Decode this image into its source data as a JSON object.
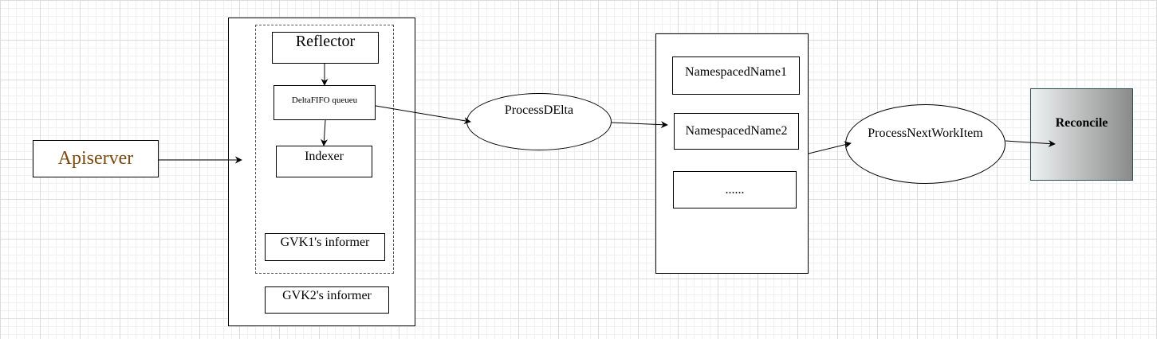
{
  "diagram": {
    "apiserver": "Apiserver",
    "reflector": "Reflector",
    "deltafifo": "DeltaFIFO queueu",
    "indexer": "Indexer",
    "gvk1_informer": "GVK1's informer",
    "gvk2_informer": "GVK2's informer",
    "process_delta": "ProcessDElta",
    "queue_item_1": "NamespacedName1",
    "queue_item_2": "NamespacedName2",
    "queue_item_more": "......",
    "process_next": "ProcessNextWorkItem",
    "reconcile": "Reconcile"
  },
  "colors": {
    "apiserver_text": "#7a4a10",
    "reconcile_gradient_start": "#eef2f2",
    "reconcile_gradient_end": "#8a8a8a"
  }
}
